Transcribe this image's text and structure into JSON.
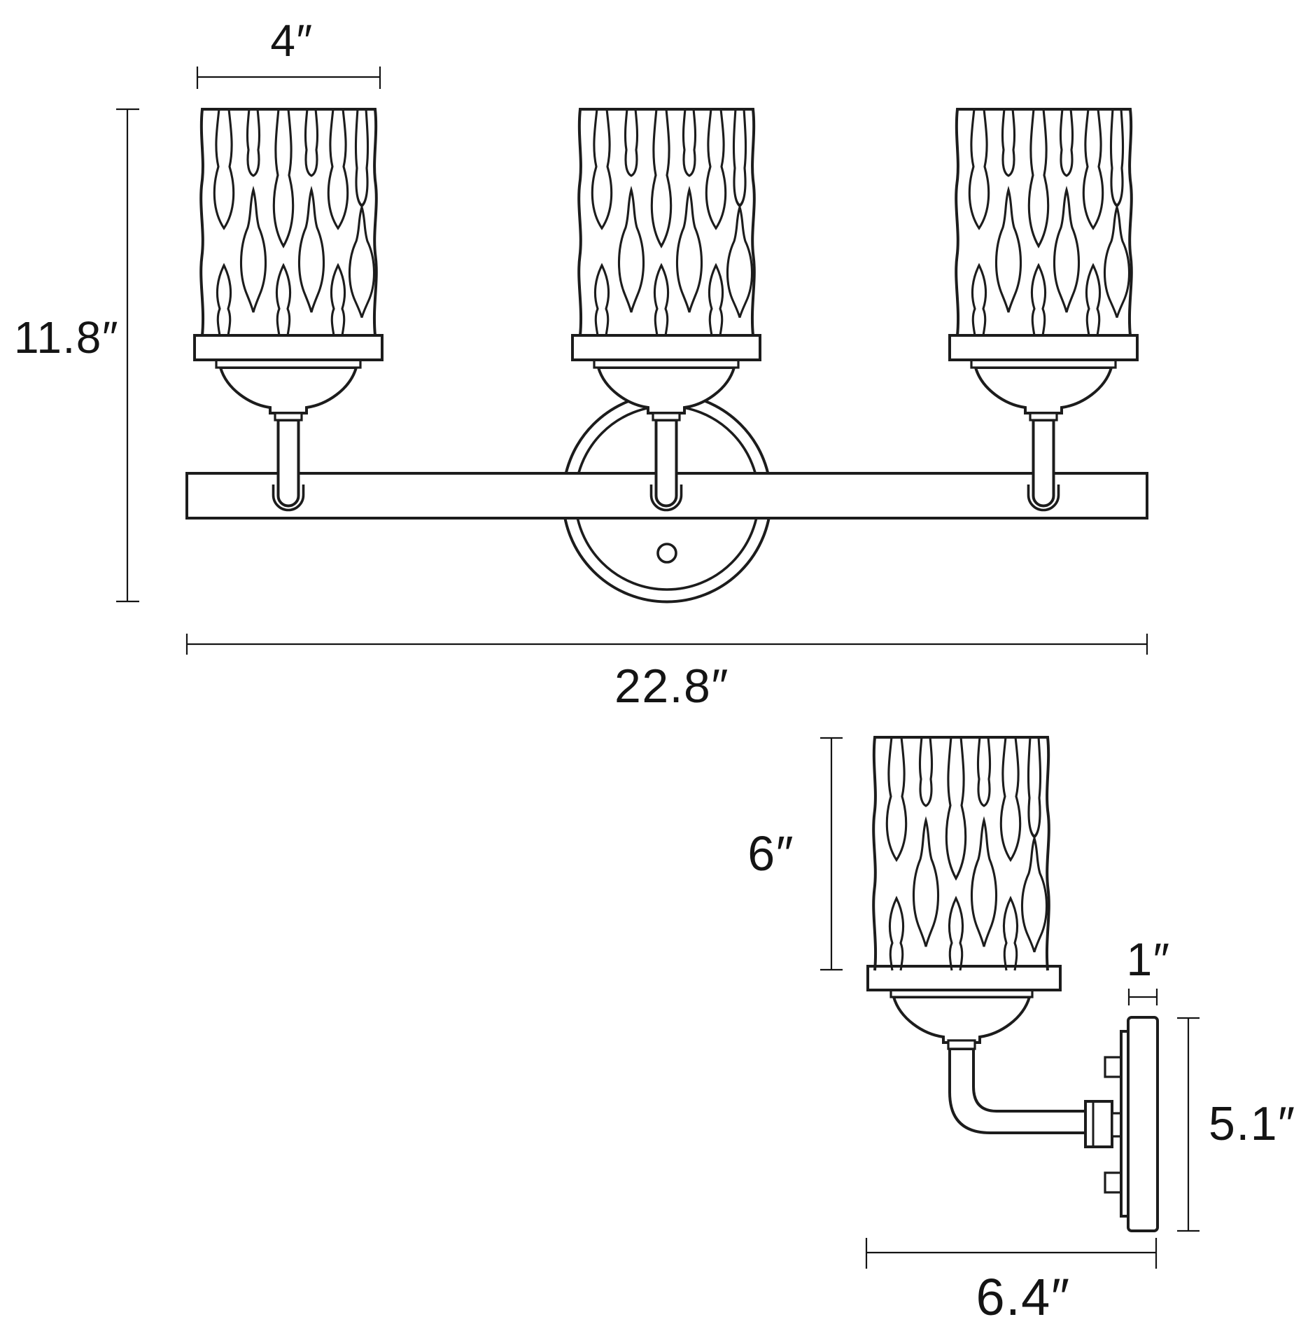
{
  "diagram": {
    "type": "product-dimension-drawing",
    "subject": "3-light bathroom vanity wall fixture, front and side elevation views",
    "colors": {
      "line": "#1c1c1c",
      "dimension": "#141414",
      "background": "#ffffff"
    },
    "front_view": {
      "name": "Front elevation (3-light bar)",
      "labels": {
        "shade_width": "4″",
        "overall_height": "11.8″",
        "overall_width": "22.8″"
      }
    },
    "side_view": {
      "name": "Side elevation (single light)",
      "labels": {
        "shade_height": "6″",
        "backplate_depth": "1″",
        "backplate_height": "5.1″",
        "extension_depth": "6.4″"
      }
    }
  }
}
